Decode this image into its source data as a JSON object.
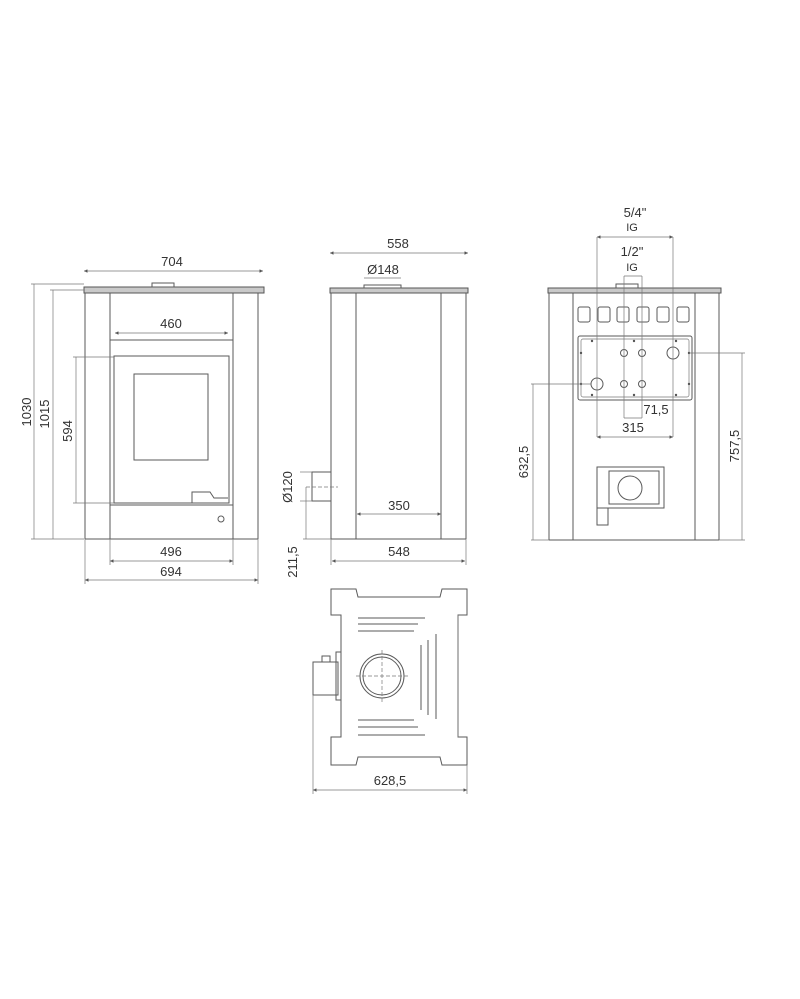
{
  "front_view": {
    "width_top": "704",
    "door_width": "460",
    "door_height": "594",
    "height_total": "1030",
    "height_body": "1015",
    "base_inner_width": "496",
    "base_width": "694"
  },
  "side_view": {
    "depth_top": "558",
    "flue_diameter": "Ø148",
    "air_inlet_diameter": "Ø120",
    "air_inlet_height": "211,5",
    "inner_depth": "350",
    "base_depth": "548"
  },
  "back_view": {
    "connection_large": "5/4\"",
    "connection_large_thread": "IG",
    "connection_small": "1/2\"",
    "connection_small_thread": "IG",
    "small_spacing": "71,5",
    "large_spacing": "315",
    "lower_connection_height": "632,5",
    "upper_connection_height": "757,5"
  },
  "bottom_view": {
    "overall_depth": "628,5"
  }
}
